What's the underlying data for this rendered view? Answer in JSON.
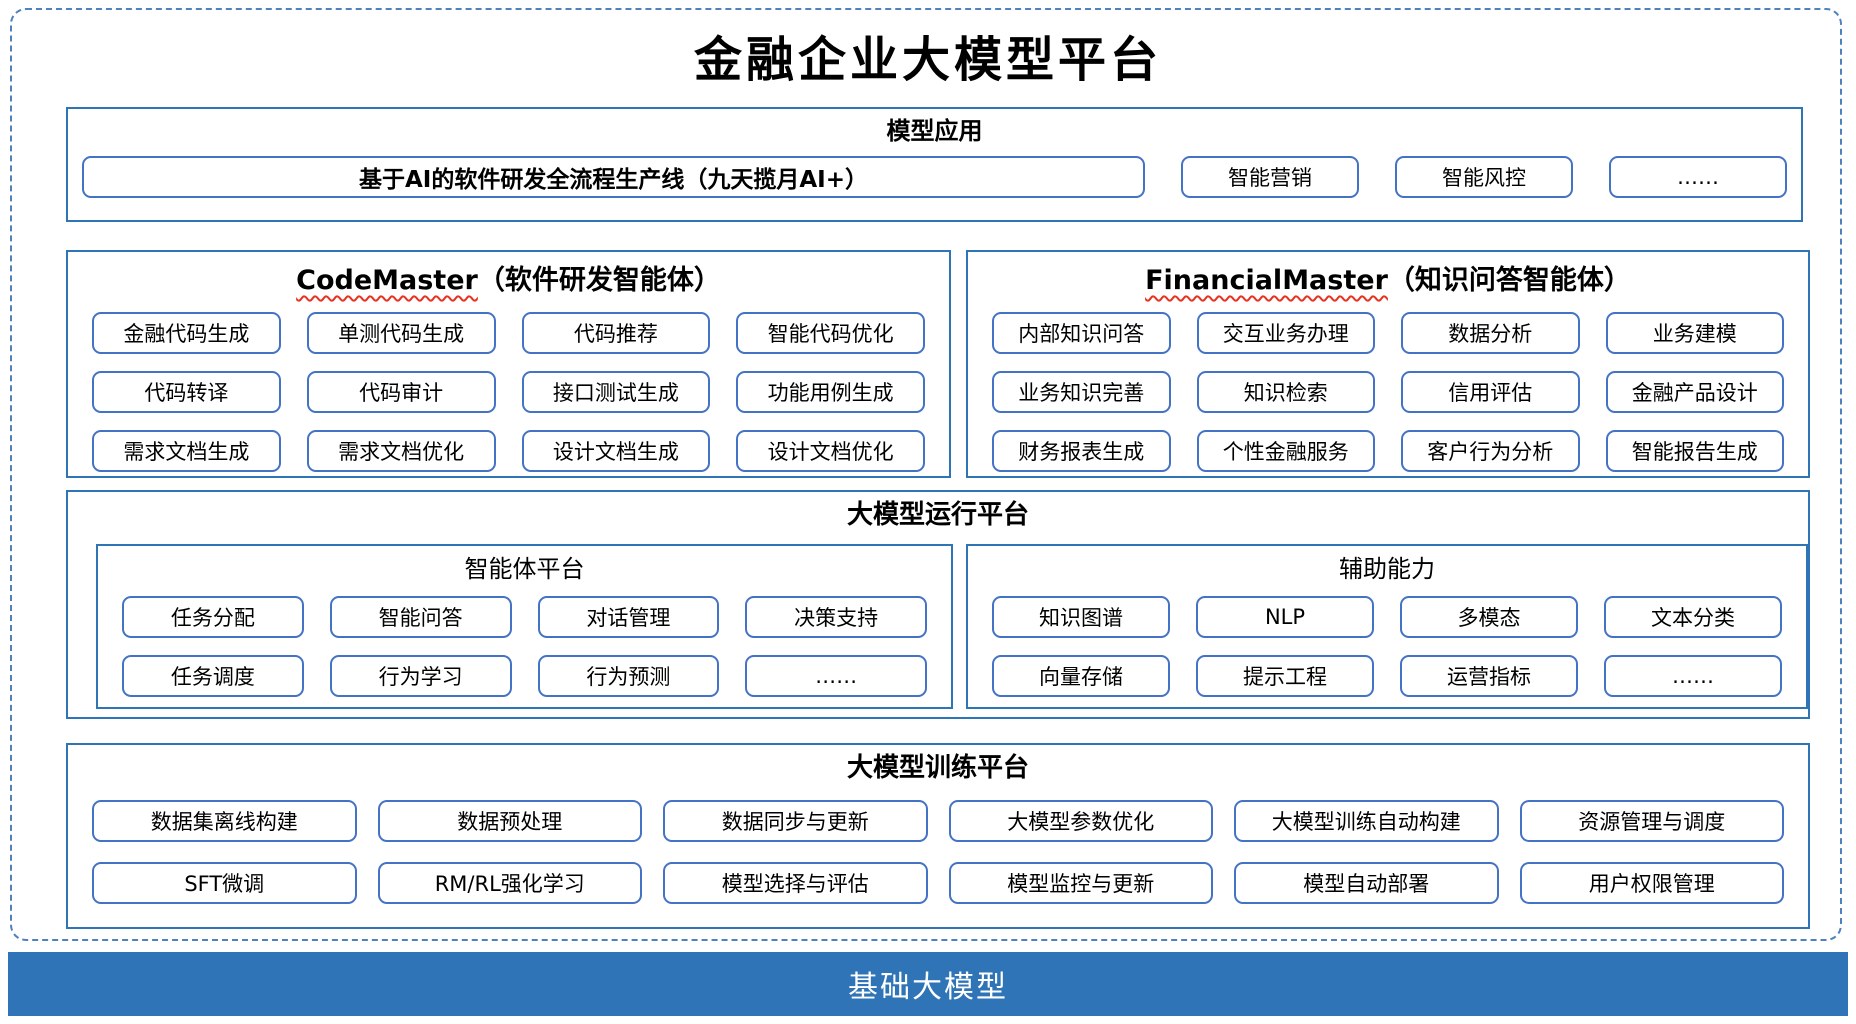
{
  "title": "金融企业大模型平台",
  "colors": {
    "section_border": "#2e75b6",
    "box_border": "#4472c4",
    "frame_dash": "#4f81bd",
    "base_bar_bg": "#2e74b6",
    "spellcheck_underline": "#e8321f"
  },
  "model_app": {
    "title": "模型应用",
    "main": "基于AI的软件研发全流程生产线（九天揽月AI+）",
    "items": [
      "智能营销",
      "智能风控",
      "……"
    ]
  },
  "codemaster": {
    "name": "CodeMaster",
    "subtitle": "（软件研发智能体）",
    "items": [
      "金融代码生成",
      "单测代码生成",
      "代码推荐",
      "智能代码优化",
      "代码转译",
      "代码审计",
      "接口测试生成",
      "功能用例生成",
      "需求文档生成",
      "需求文档优化",
      "设计文档生成",
      "设计文档优化"
    ]
  },
  "financialmaster": {
    "name": "FinancialMaster",
    "subtitle": "（知识问答智能体）",
    "items": [
      "内部知识问答",
      "交互业务办理",
      "数据分析",
      "业务建模",
      "业务知识完善",
      "知识检索",
      "信用评估",
      "金融产品设计",
      "财务报表生成",
      "个性金融服务",
      "客户行为分析",
      "智能报告生成"
    ]
  },
  "runtime": {
    "title": "大模型运行平台",
    "agent": {
      "title": "智能体平台",
      "items": [
        "任务分配",
        "智能问答",
        "对话管理",
        "决策支持",
        "任务调度",
        "行为学习",
        "行为预测",
        "……"
      ]
    },
    "aux": {
      "title": "辅助能力",
      "items": [
        "知识图谱",
        "NLP",
        "多模态",
        "文本分类",
        "向量存储",
        "提示工程",
        "运营指标",
        "……"
      ]
    }
  },
  "training": {
    "title": "大模型训练平台",
    "items": [
      "数据集离线构建",
      "数据预处理",
      "数据同步与更新",
      "大模型参数优化",
      "大模型训练自动构建",
      "资源管理与调度",
      "SFT微调",
      "RM/RL强化学习",
      "模型选择与评估",
      "模型监控与更新",
      "模型自动部署",
      "用户权限管理"
    ]
  },
  "base_model": "基础大模型"
}
